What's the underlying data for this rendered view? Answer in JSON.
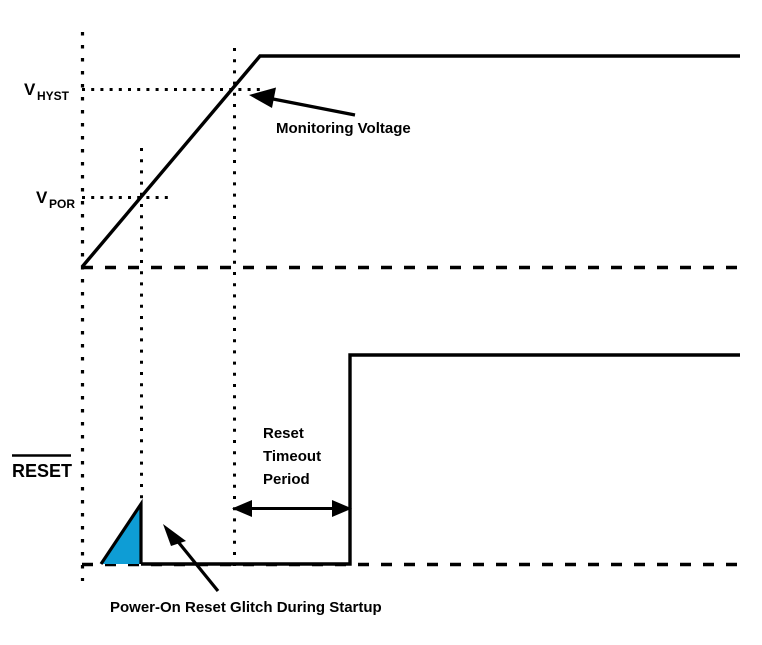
{
  "figure": {
    "type": "timing-diagram",
    "title": "Power-On Reset / Voltage Supervisor Timing",
    "background_color": "#ffffff",
    "line_color": "#000000",
    "fill_color": "#0e9dd5"
  },
  "labels": {
    "v_hyst_base": "V",
    "v_hyst_sub": "HYST",
    "v_por_base": "V",
    "v_por_sub": "POR",
    "reset_signal": "RESET",
    "monitoring_voltage": "Monitoring Voltage",
    "reset_timeout_line1": "Reset",
    "reset_timeout_line2": "Timeout",
    "reset_timeout_line3": "Period",
    "glitch_note": "Power-On Reset Glitch During Startup"
  },
  "chart_data": {
    "type": "line",
    "title": "Power-On Reset / Voltage Supervisor Timing",
    "xlabel": "",
    "ylabel": "",
    "grid": false,
    "legend": "none",
    "series": [
      {
        "name": "Monitoring Voltage",
        "description": "Supply ramp rising linearly from 0 V at t0, crossing V_POR then V_HYST, then flat at final level",
        "points": [
          {
            "t": 0,
            "v": 0
          },
          {
            "t": 0.305,
            "v": 0.355
          },
          {
            "t": 0.795,
            "v": 1.0
          },
          {
            "t": 1.0,
            "v": 1.0
          }
        ]
      },
      {
        "name": "RESET",
        "description": "Active-low reset output: brief power-on glitch pulse during startup, held low through the reset timeout period, then released high",
        "points": [
          {
            "t": 0,
            "v": 0
          },
          {
            "t": 0.305,
            "v": 0
          },
          {
            "t": 0.305,
            "v": 0.28
          },
          {
            "t": 0.315,
            "v": 0
          },
          {
            "t": 0.94,
            "v": 0
          },
          {
            "t": 0.94,
            "v": 1.0
          },
          {
            "t": 1.0,
            "v": 1.0
          }
        ]
      }
    ],
    "markers": [
      {
        "name": "V_HYST",
        "kind": "h-threshold",
        "label": "V_HYST"
      },
      {
        "name": "V_POR",
        "kind": "h-threshold",
        "label": "V_POR"
      },
      {
        "name": "t0",
        "kind": "v-cursor",
        "label": ""
      },
      {
        "name": "t_por",
        "kind": "v-cursor",
        "label": ""
      },
      {
        "name": "t_hyst",
        "kind": "v-cursor",
        "label": ""
      }
    ],
    "annotations": [
      {
        "name": "monitoring-voltage",
        "text": "Monitoring Voltage"
      },
      {
        "name": "reset-timeout-period",
        "text": "Reset Timeout Period",
        "kind": "span-measure"
      },
      {
        "name": "power-on-glitch",
        "text": "Power-On Reset Glitch During Startup"
      }
    ]
  }
}
